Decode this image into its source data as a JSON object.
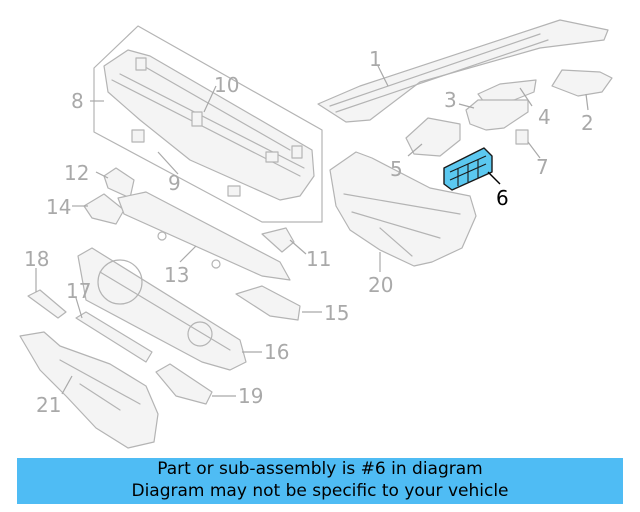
{
  "diagram": {
    "callouts": [
      "1",
      "2",
      "3",
      "4",
      "5",
      "6",
      "7",
      "8",
      "9",
      "10",
      "11",
      "12",
      "13",
      "14",
      "15",
      "16",
      "17",
      "18",
      "19",
      "20",
      "21"
    ],
    "highlighted_part": "6",
    "highlight_color": "#5bc8f0"
  },
  "banner": {
    "line1": "Part or sub-assembly is #6 in diagram",
    "line2": "Diagram may not be specific to your vehicle",
    "color": "#4fbcf4"
  }
}
